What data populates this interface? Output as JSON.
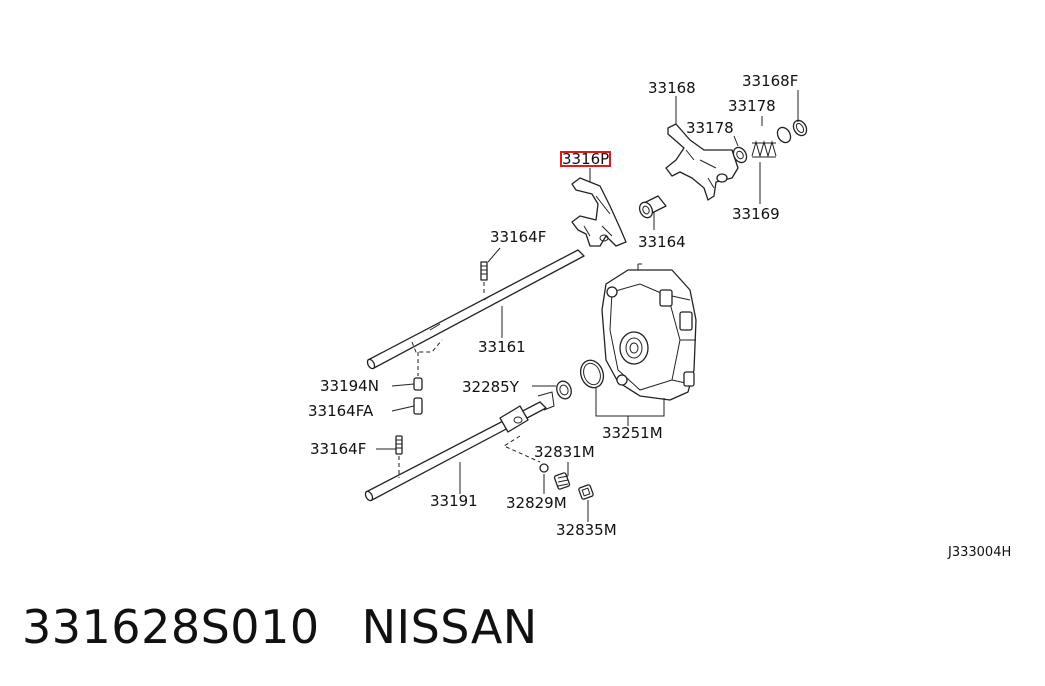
{
  "labels": {
    "p33168": "33168",
    "p33168F": "33168F",
    "p33178a": "33178",
    "p33178b": "33178",
    "p33162": "3316P",
    "p33169": "33169",
    "p33164": "33164",
    "p33164F_top": "33164F",
    "p33161": "33161",
    "p33194N": "33194N",
    "p33164FA": "33164FA",
    "p32285Y": "32285Y",
    "p33251M": "33251M",
    "p33164F_bottom": "33164F",
    "p32831M": "32831M",
    "p33191": "33191",
    "p32829M": "32829M",
    "p32835M": "32835M"
  },
  "reference_code": "J333004H",
  "caption": {
    "part_number": "331628S010",
    "maker": "NISSAN"
  },
  "highlight_color": "#e0191f"
}
